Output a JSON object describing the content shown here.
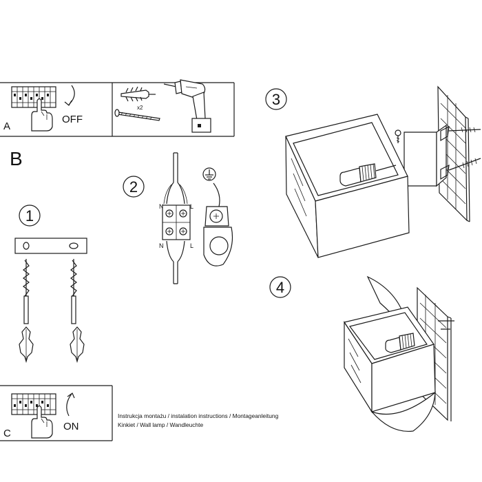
{
  "panels": {
    "a_label": "A",
    "a_off": "OFF",
    "x2": "x2",
    "b_label": "B",
    "c_label": "C",
    "c_on": "ON"
  },
  "steps": [
    "1",
    "2",
    "3",
    "4"
  ],
  "wiring": {
    "n_top": "N",
    "l_top": "L",
    "n_bottom": "N",
    "l_bottom": "L"
  },
  "caption": {
    "line1": "Instrukcja montażu / instalation instructions / Montageanleitung",
    "line2": "Kinkiet / Wall lamp / Wandleuchte"
  },
  "icons": [
    "fuse-box-icon",
    "hand-icon",
    "curved-arrow-icon",
    "wall-plug-icon",
    "screw-icon",
    "drill-icon",
    "ground-symbol-icon",
    "terminal-block-icon",
    "cube-lamp-icon",
    "wall-icon"
  ]
}
